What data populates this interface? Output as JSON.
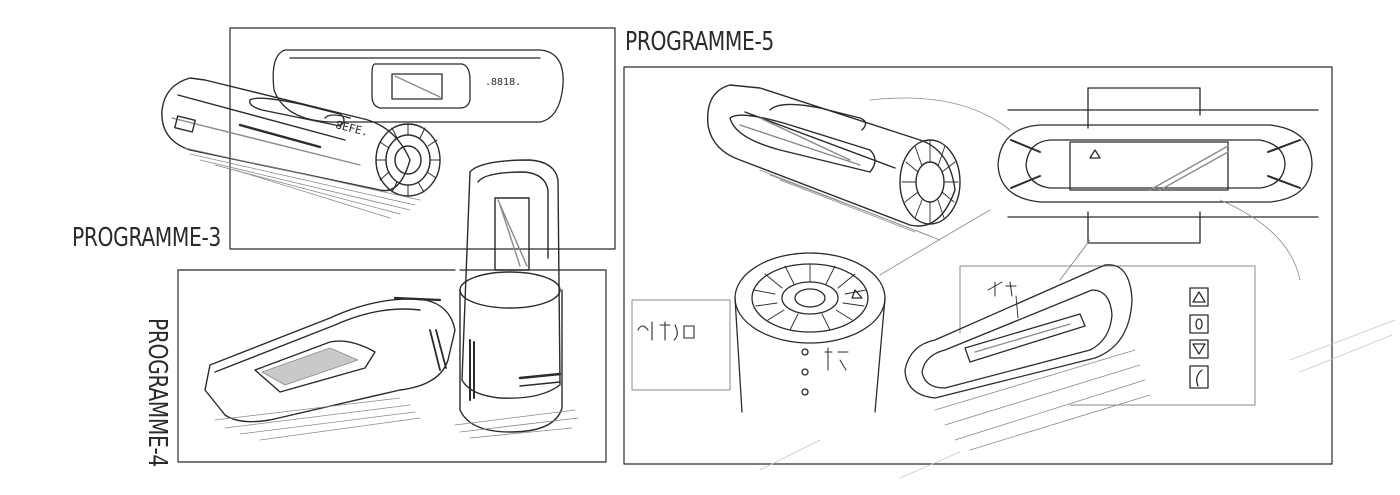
{
  "labels": {
    "programme_3": "PROGRAMME-3",
    "programme_4": "PROGRAMME-4",
    "programme_5": "PROGRAMME-5"
  },
  "colors": {
    "ink": "#2b2b2b",
    "light_ink": "#8a8a8a",
    "shade": "#c9c9c9",
    "paper": "#ffffff"
  }
}
